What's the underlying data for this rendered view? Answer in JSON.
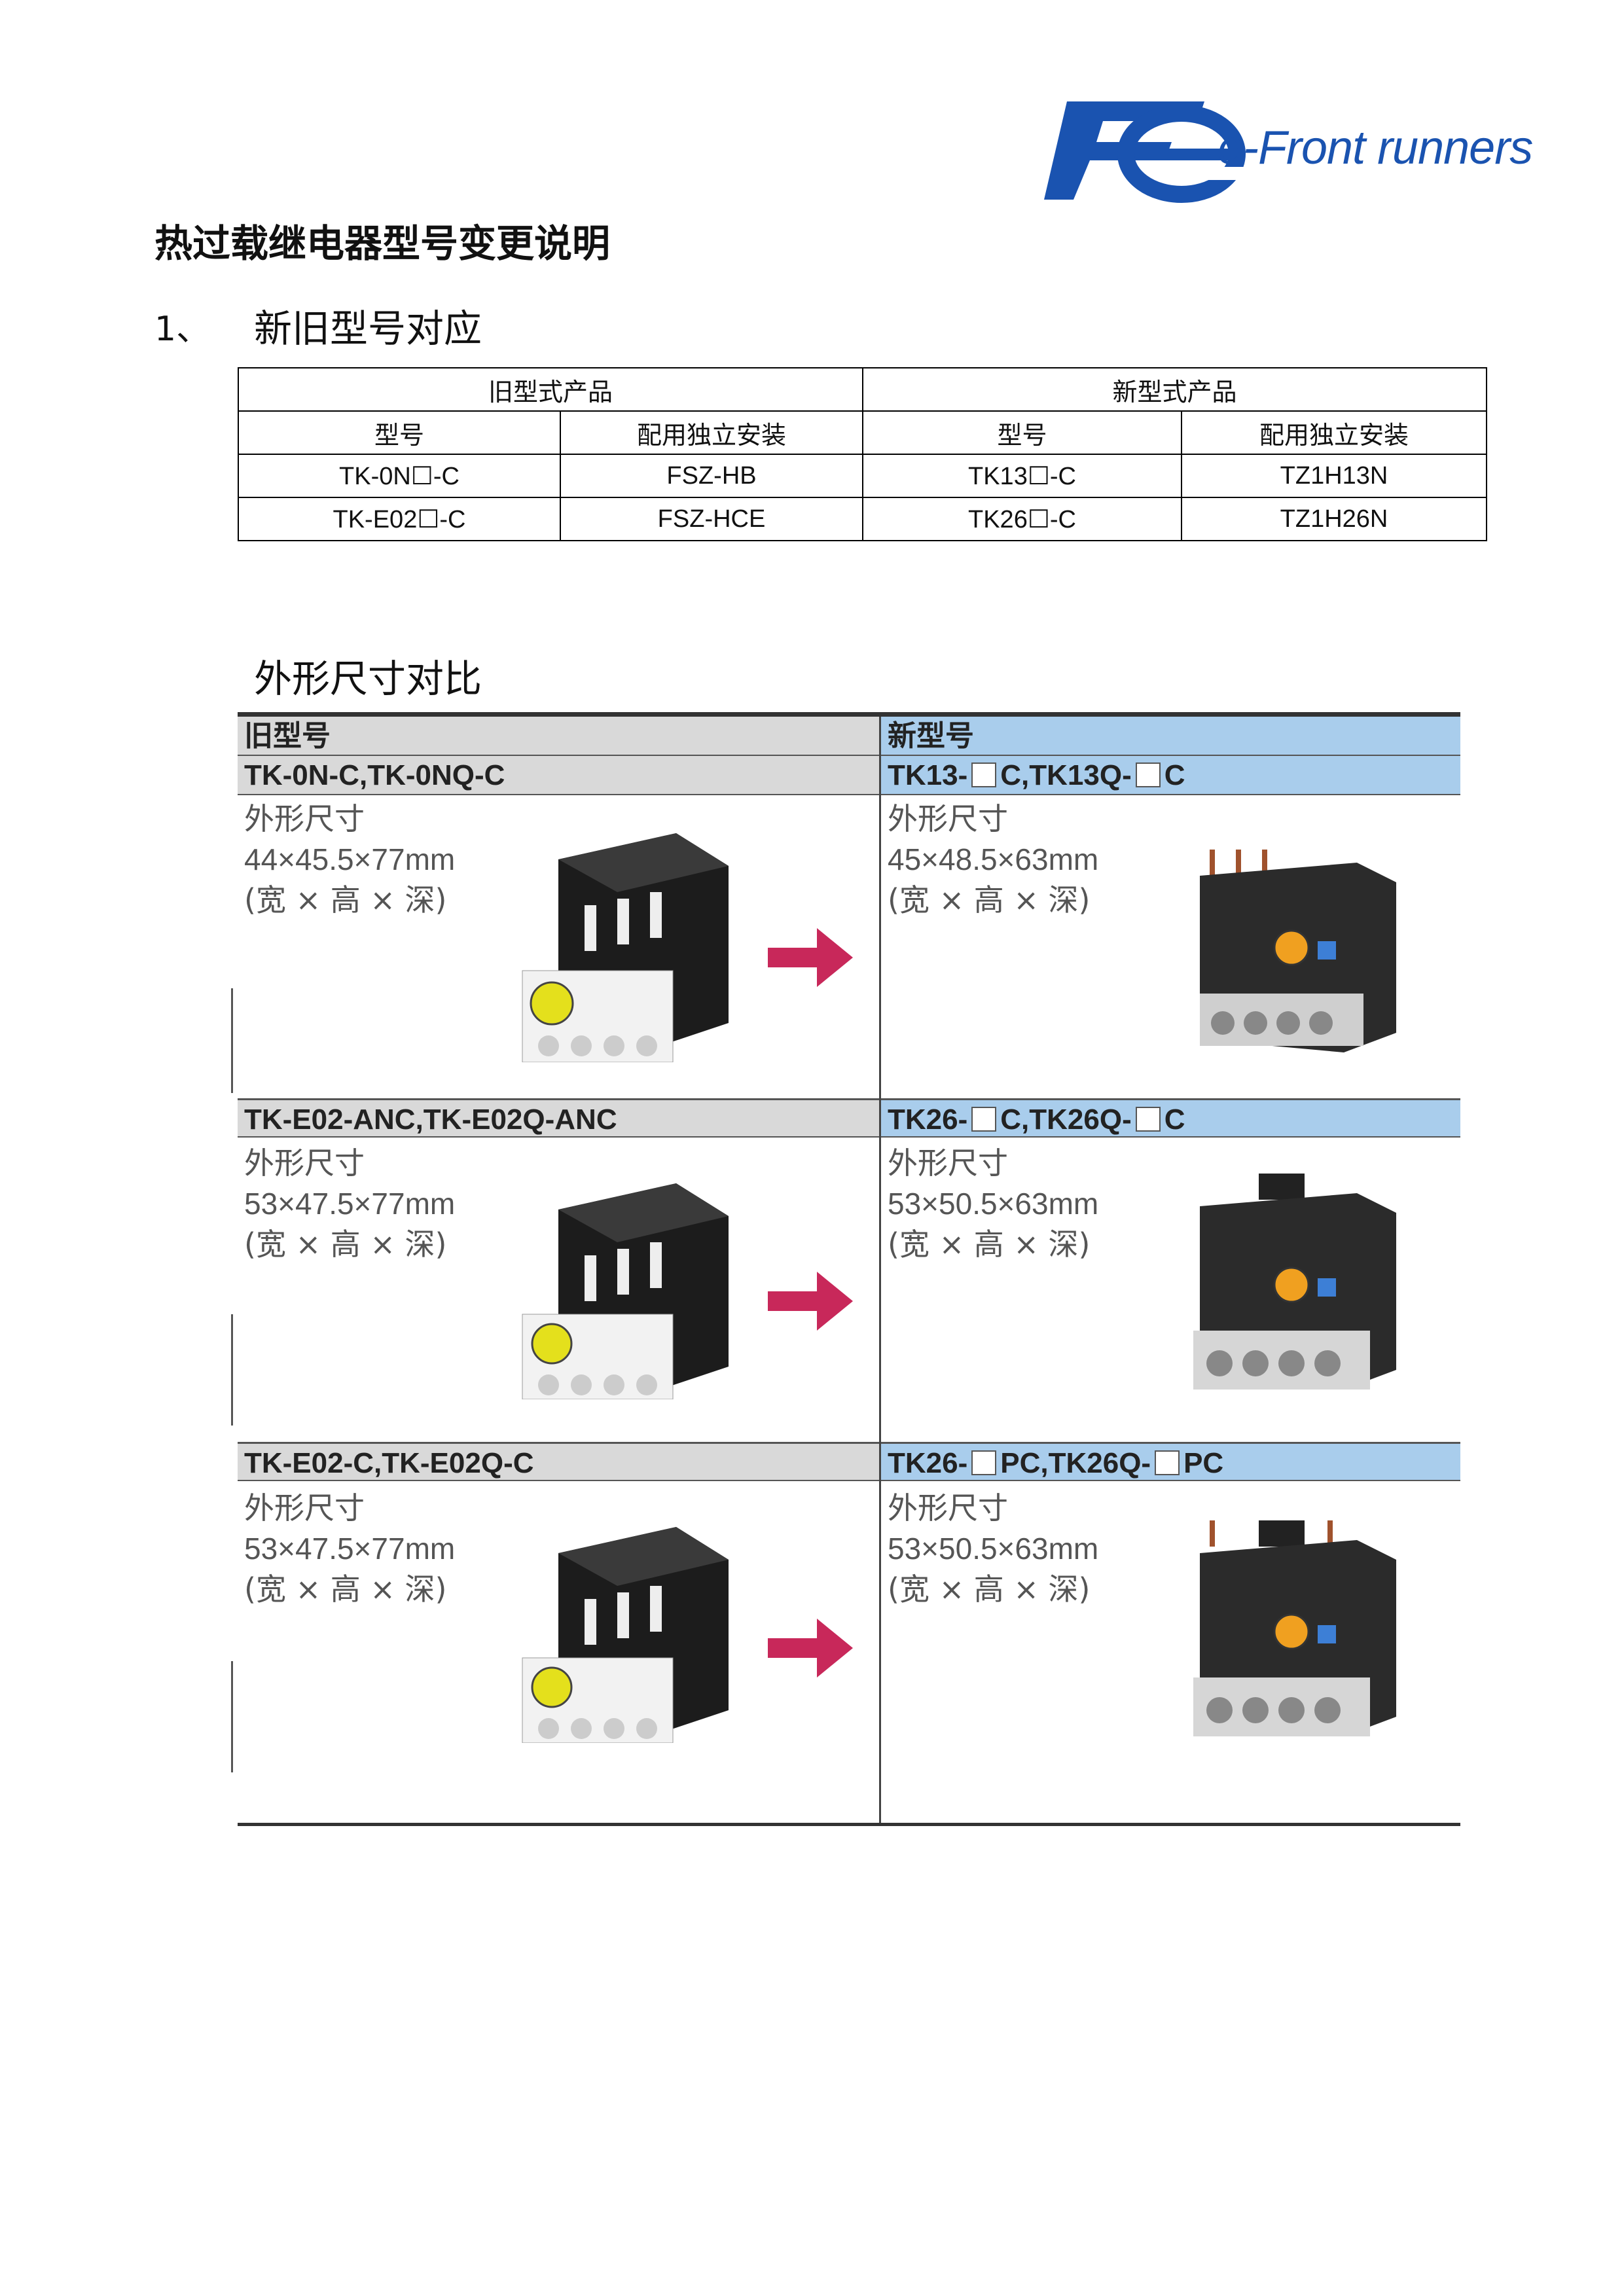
{
  "logo": {
    "brand_mark": "Fe",
    "tagline": "e-Front runners",
    "color": "#1a53b0"
  },
  "title": "热过载继电器型号变更说明",
  "section1": {
    "number": "1、",
    "heading": "新旧型号对应",
    "table": {
      "group_headers": [
        "旧型式产品",
        "新型式产品"
      ],
      "column_headers": [
        "型号",
        "配用独立安装",
        "型号",
        "配用独立安装"
      ],
      "rows": [
        [
          "TK-0N☐-C",
          "FSZ-HB",
          "TK13☐-C",
          "TZ1H13N"
        ],
        [
          "TK-E02☐-C",
          "FSZ-HCE",
          "TK26☐-C",
          "TZ1H26N"
        ]
      ]
    }
  },
  "section2": {
    "heading": "外形尺寸对比",
    "old_header": "旧型号",
    "new_header": "新型号",
    "rows": [
      {
        "old_model": "TK-0N-C,TK-0NQ-C",
        "new_model_parts": [
          "TK13-",
          "C,TK13Q-",
          "C"
        ],
        "old_spec": [
          "外形尺寸",
          "44×45.5×77mm",
          "(宽 × 高 × 深)"
        ],
        "new_spec": [
          "外形尺寸",
          "45×48.5×63mm",
          "(宽 × 高 × 深)"
        ]
      },
      {
        "old_model": "TK-E02-ANC,TK-E02Q-ANC",
        "new_model_parts": [
          "TK26-",
          "C,TK26Q-",
          "C"
        ],
        "old_spec": [
          "外形尺寸",
          "53×47.5×77mm",
          "(宽 × 高 × 深)"
        ],
        "new_spec": [
          "外形尺寸",
          "53×50.5×63mm",
          "(宽 × 高 × 深)"
        ]
      },
      {
        "old_model": "TK-E02-C,TK-E02Q-C",
        "new_model_parts": [
          "TK26-",
          "PC,TK26Q-",
          "PC"
        ],
        "old_spec": [
          "外形尺寸",
          "53×47.5×77mm",
          "(宽 × 高 × 深)"
        ],
        "new_spec": [
          "外形尺寸",
          "53×50.5×63mm",
          "(宽 × 高 × 深)"
        ]
      }
    ],
    "colors": {
      "old_header_bg": "#d9d9d9",
      "new_header_bg": "#a9cdec",
      "arrow": "#c8285a"
    }
  }
}
